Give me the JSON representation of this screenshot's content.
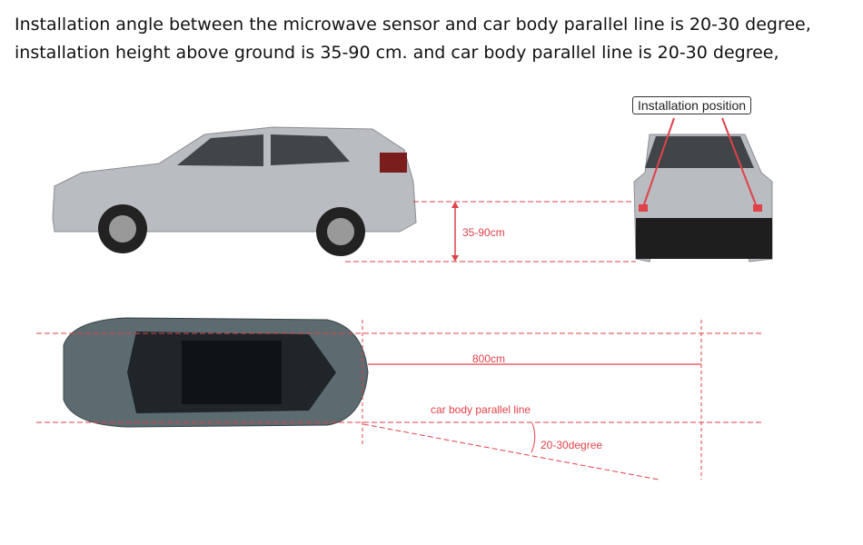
{
  "caption": {
    "line1": "Installation angle between the microwave sensor and car body parallel line is 20-30 degree,",
    "line2": "installation height above ground is 35-90 cm. and car body parallel line is 20-30 degree,"
  },
  "labels": {
    "installation_position": "Installation position",
    "height": "35-90cm",
    "distance": "800cm",
    "parallel_line": "car body parallel line",
    "angle": "20-30degree"
  },
  "colors": {
    "accent": "#e0424a",
    "car": "#b9bcc0",
    "car_top": "#5c6b70"
  }
}
